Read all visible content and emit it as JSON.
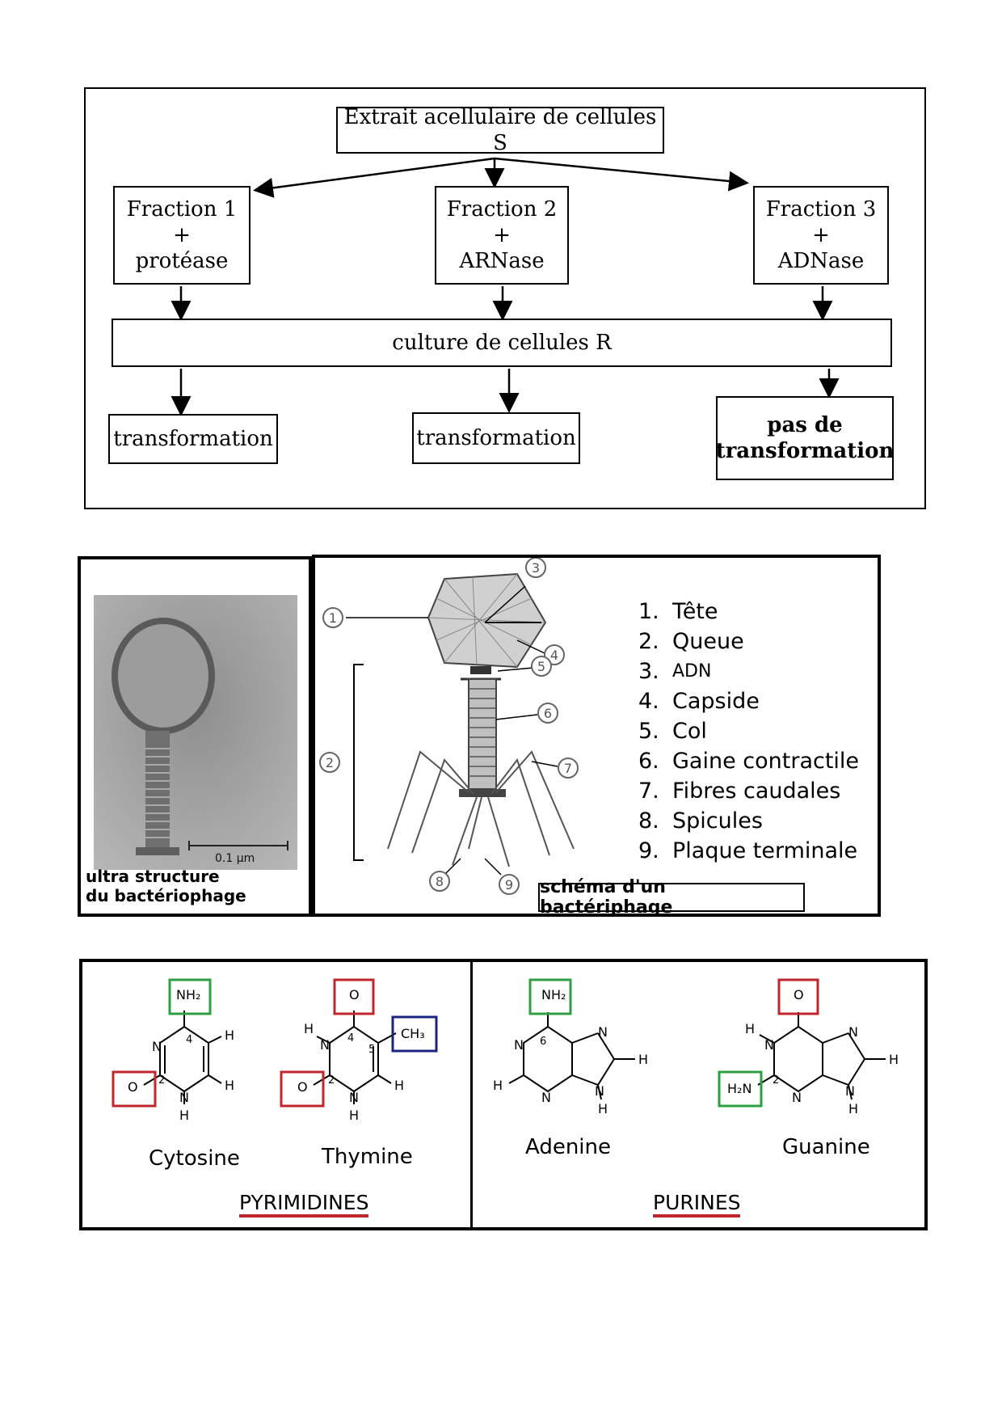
{
  "experiment": {
    "extract_label": "Extrait acellulaire de cellules S",
    "fractions": [
      {
        "text": "Fraction 1\n+\nprotéase"
      },
      {
        "text": "Fraction 2\n+\nARNase"
      },
      {
        "text": "Fraction 3\n+\nADNase"
      }
    ],
    "culture_label": "culture de cellules R",
    "outcomes": [
      {
        "text": "transformation"
      },
      {
        "text": "transformation"
      },
      {
        "text": "pas de\ntransformation"
      }
    ]
  },
  "phage": {
    "photo_caption_line1": "ultra structure",
    "photo_caption_line2": "du bactériophage",
    "scale_label": "0.1 µm",
    "schema_caption": "schéma d'un bactériphage",
    "callouts": [
      "1",
      "2",
      "3",
      "4",
      "5",
      "6",
      "7",
      "8",
      "9"
    ],
    "legend": [
      {
        "num": "1.",
        "label": "Tête"
      },
      {
        "num": "2.",
        "label": "Queue"
      },
      {
        "num": "3.",
        "label": "ADN"
      },
      {
        "num": "4.",
        "label": "Capside"
      },
      {
        "num": "5.",
        "label": "Col"
      },
      {
        "num": "6.",
        "label": "Gaine contractile"
      },
      {
        "num": "7.",
        "label": "Fibres caudales"
      },
      {
        "num": "8.",
        "label": "Spicules"
      },
      {
        "num": "9.",
        "label": "Plaque terminale"
      }
    ]
  },
  "bases": {
    "pyrimidines_title": "PYRIMIDINES",
    "purines_title": "PURINES",
    "molecules": [
      {
        "name": "Cytosine"
      },
      {
        "name": "Thymine"
      },
      {
        "name": "Adenine"
      },
      {
        "name": "Guanine"
      }
    ],
    "colors": {
      "oxygen_box": "#c0272d",
      "amine_box": "#2ea043",
      "methyl_box": "#1a237e",
      "underline": "#c0272d"
    }
  }
}
